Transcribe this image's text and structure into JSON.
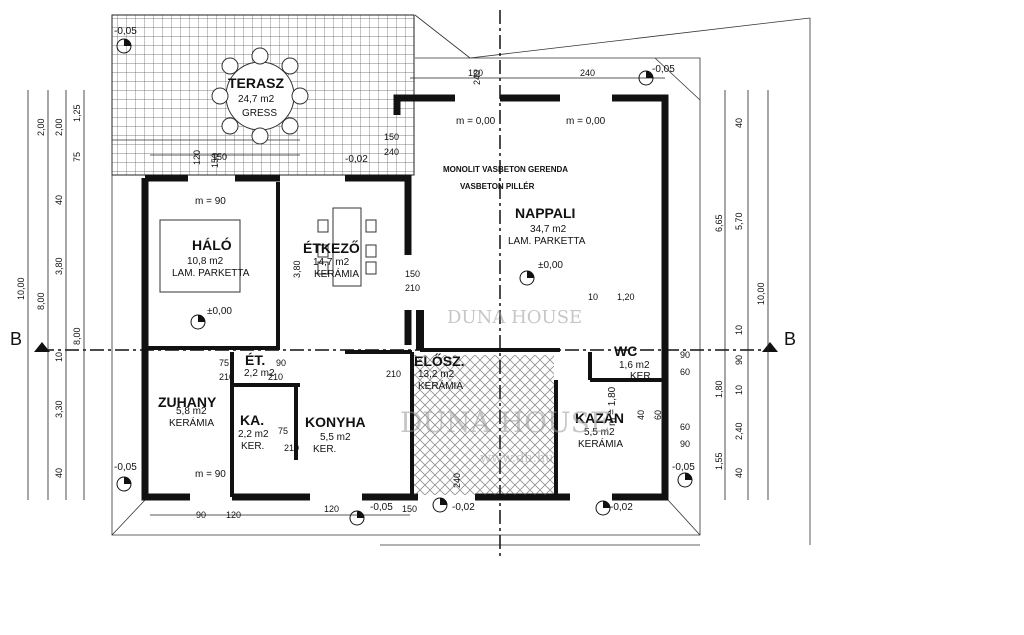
{
  "rooms": {
    "terasz": {
      "name": "TERASZ",
      "area": "24,7 m2",
      "finish": "GRESS"
    },
    "halo": {
      "name": "HÁLÓ",
      "area": "10,8 m2",
      "finish": "LAM. PARKETTA",
      "level": "±0,00",
      "sill": "m = 90"
    },
    "etkezo": {
      "name": "ÉTKEZŐ",
      "area": "14,7 m2",
      "finish": "KERÁMIA"
    },
    "nappali": {
      "name": "NAPPALI",
      "area": "34,7 m2",
      "finish": "LAM. PARKETTA",
      "level": "±0,00"
    },
    "zuhany": {
      "name": "ZUHANY",
      "area": "5,8 m2",
      "finish": "KERÁMIA",
      "sill": "m = 90"
    },
    "et": {
      "name": "ÉT.",
      "area": "2,2 m2"
    },
    "ka": {
      "name": "KA.",
      "area": "2,2 m2",
      "finish": "KER."
    },
    "konyha": {
      "name": "KONYHA",
      "area": "5,5 m2",
      "finish": "KER."
    },
    "elosz": {
      "name": "ELŐSZ.",
      "area": "13,2 m2",
      "finish": "KERÁMIA"
    },
    "wc": {
      "name": "WC",
      "area": "1,6 m2",
      "finish": "KER."
    },
    "kazan": {
      "name": "KAZÁN",
      "area": "5,5 m2",
      "finish": "KERÁMIA"
    }
  },
  "notes": {
    "gerenda": "MONOLIT VASBETON GERENDA",
    "piller": "VASBETON PILLÉR",
    "m_top_a": "m = 0,00",
    "m_top_b": "m = 0,00",
    "m_90": "m = 90",
    "m_180": "m = 1,80",
    "level_neg_005": "-0,05",
    "level_neg_002": "-0,02"
  },
  "section": {
    "left": "B",
    "right": "B"
  },
  "watermark": {
    "brand": "DUNA HOUSE",
    "brand2": "DUNA HOUSE",
    "url": "www.dh.hu"
  },
  "dims": {
    "left_outer": [
      "2,00",
      "2,00",
      "1,25",
      "75",
      "40",
      "3,80",
      "8,00",
      "10,00",
      "10",
      "3,30",
      "40"
    ],
    "left_total": "10,00",
    "left_8": "8,00",
    "right_outer": [
      "40",
      "5,70",
      "6,65",
      "10,00",
      "10",
      "90",
      "1,80",
      "10",
      "2,40",
      "1,55",
      "40"
    ],
    "top": [
      "120",
      "240",
      "240",
      "150",
      "150",
      "120",
      "150",
      "240"
    ],
    "mid": [
      "150",
      "210",
      "10",
      "1,20",
      "75",
      "90",
      "210",
      "210",
      "90",
      "60",
      "60",
      "90",
      "75",
      "210",
      "240",
      "120",
      "90",
      "120",
      "150",
      "40",
      "60",
      "3,80",
      "210"
    ]
  }
}
